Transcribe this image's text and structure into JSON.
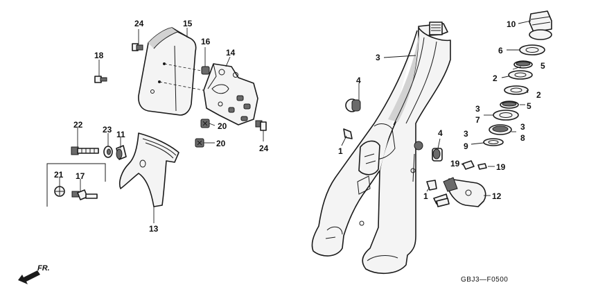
{
  "diagram": {
    "code": "GBJ3—F0500",
    "direction_label": "FR.",
    "callouts": {
      "c24a": "24",
      "c15": "15",
      "c16": "16",
      "c14": "14",
      "c18": "18",
      "c20a": "20",
      "c20b": "20",
      "c24b": "24",
      "c22": "22",
      "c23": "23",
      "c11": "11",
      "c21": "21",
      "c17": "17",
      "c13": "13",
      "c3": "3",
      "c4a": "4",
      "c1a": "1",
      "c4b": "4",
      "c1b": "1",
      "c10": "10",
      "c6": "6",
      "c5a": "5",
      "c2a": "2",
      "c2b": "2",
      "c3b": "3",
      "c7": "7",
      "c5b": "5",
      "c3c": "3",
      "c9": "9",
      "c3d": "3",
      "c8": "8",
      "c19a": "19",
      "c19b": "19",
      "c12": "12"
    }
  }
}
